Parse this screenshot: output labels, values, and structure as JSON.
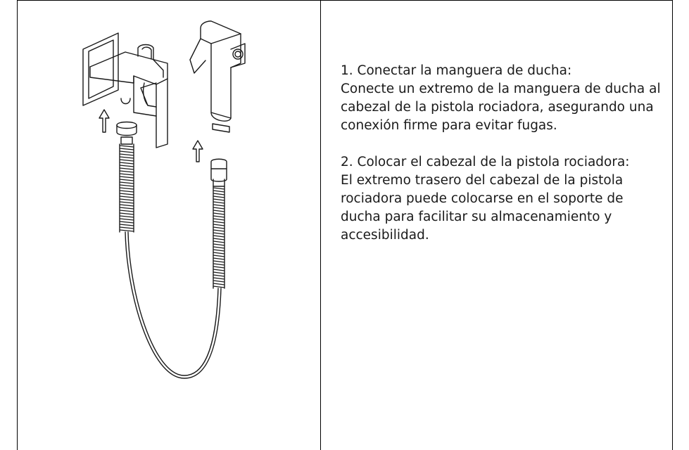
{
  "instructions": {
    "step1": {
      "title": "1. Conectar la manguera de ducha:",
      "body": "Conecte un extremo de la manguera de ducha al cabezal de la pistola rociadora, asegurando una conexión firme para evitar fugas."
    },
    "step2": {
      "title": "2. Colocar el cabezal de la pistola rociadora:",
      "body": "El extremo trasero del cabezal de la pistola rociadora puede colocarse en el soporte de ducha para facilitar su almacenamiento y accesibilidad."
    }
  }
}
